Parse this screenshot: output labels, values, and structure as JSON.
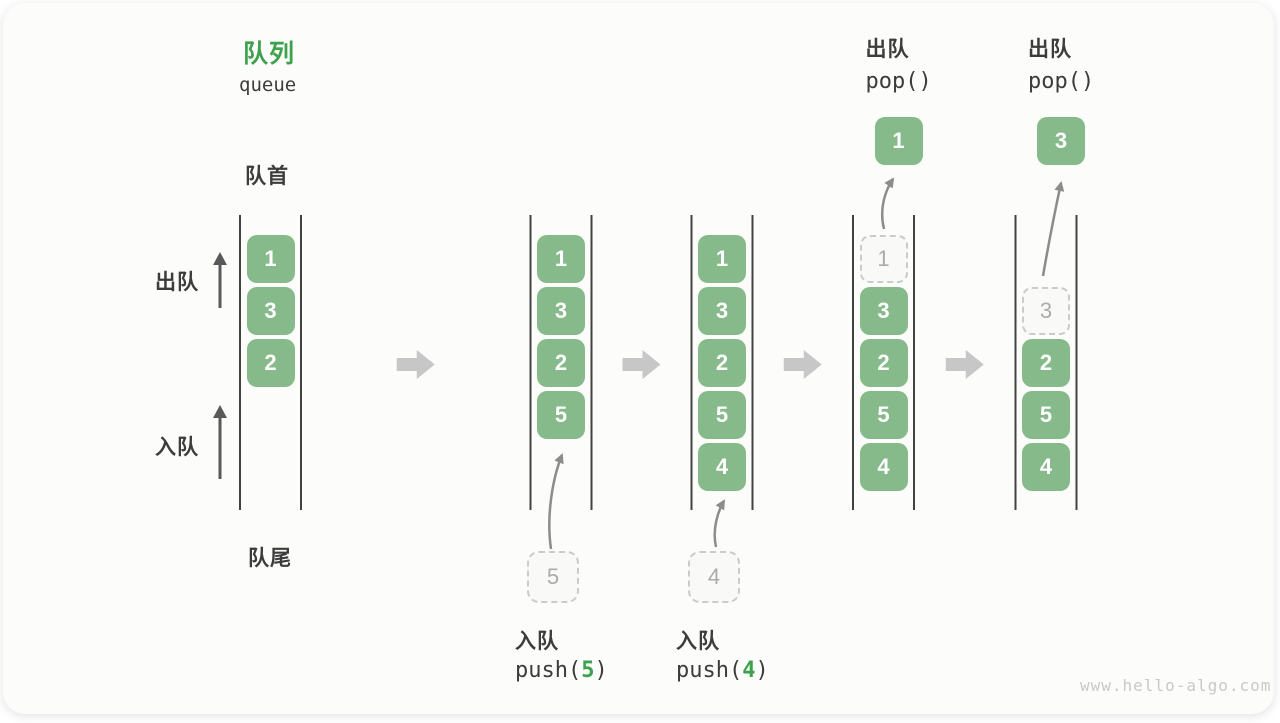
{
  "title": {
    "cn": "队列",
    "en": "queue"
  },
  "side_labels": {
    "front": "队首",
    "rear": "队尾",
    "dequeue": "出队",
    "enqueue": "入队"
  },
  "watermark": "www.hello-algo.com",
  "colors": {
    "accent_green": "#3DA14D",
    "box_green": "#86BA8A",
    "box_text": "#FFFFFF",
    "ghost_border": "#CBCBCB",
    "ghost_text": "#ABABAB",
    "queue_line": "#424242",
    "label_text": "#3C3C3C",
    "curve_arrow": "#8C8C8C",
    "side_arrow": "#595959",
    "step_arrow": "#C7C7C7",
    "watermark_text": "#C9C9C9"
  },
  "queues": [
    {
      "cells": [
        {
          "value": "1",
          "row": 0,
          "state": "filled"
        },
        {
          "value": "3",
          "row": 1,
          "state": "filled"
        },
        {
          "value": "2",
          "row": 2,
          "state": "filled"
        }
      ]
    },
    {
      "cells": [
        {
          "value": "1",
          "row": 0,
          "state": "filled"
        },
        {
          "value": "3",
          "row": 1,
          "state": "filled"
        },
        {
          "value": "2",
          "row": 2,
          "state": "filled"
        },
        {
          "value": "5",
          "row": 3,
          "state": "filled"
        }
      ],
      "pending": {
        "value": "5"
      },
      "op_label": {
        "position": "bottom",
        "cn": "入队",
        "code_prefix": "push(",
        "arg": "5",
        "code_suffix": ")"
      }
    },
    {
      "cells": [
        {
          "value": "1",
          "row": 0,
          "state": "filled"
        },
        {
          "value": "3",
          "row": 1,
          "state": "filled"
        },
        {
          "value": "2",
          "row": 2,
          "state": "filled"
        },
        {
          "value": "5",
          "row": 3,
          "state": "filled"
        },
        {
          "value": "4",
          "row": 4,
          "state": "filled"
        }
      ],
      "pending": {
        "value": "4"
      },
      "op_label": {
        "position": "bottom",
        "cn": "入队",
        "code_prefix": "push(",
        "arg": "4",
        "code_suffix": ")"
      }
    },
    {
      "cells": [
        {
          "value": "1",
          "row": 0,
          "state": "ghost"
        },
        {
          "value": "3",
          "row": 1,
          "state": "filled"
        },
        {
          "value": "2",
          "row": 2,
          "state": "filled"
        },
        {
          "value": "5",
          "row": 3,
          "state": "filled"
        },
        {
          "value": "4",
          "row": 4,
          "state": "filled"
        }
      ],
      "popped": {
        "value": "1"
      },
      "op_label": {
        "position": "top",
        "cn": "出队",
        "code_prefix": "pop(",
        "arg": "",
        "code_suffix": ")"
      }
    },
    {
      "cells": [
        {
          "value": "3",
          "row": 1,
          "state": "ghost"
        },
        {
          "value": "2",
          "row": 2,
          "state": "filled"
        },
        {
          "value": "5",
          "row": 3,
          "state": "filled"
        },
        {
          "value": "4",
          "row": 4,
          "state": "filled"
        }
      ],
      "popped": {
        "value": "3"
      },
      "op_label": {
        "position": "top",
        "cn": "出队",
        "code_prefix": "pop(",
        "arg": "",
        "code_suffix": ")"
      }
    }
  ]
}
